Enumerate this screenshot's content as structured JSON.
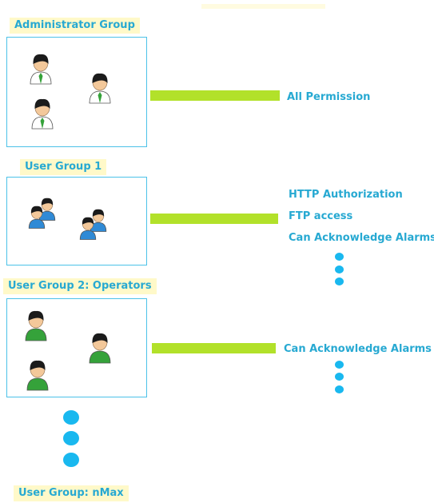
{
  "groups": [
    {
      "label": "Administrator Group",
      "permissions": [
        "All Permission"
      ],
      "icon": "admin-user-icon",
      "shirt_color": "#ffffff",
      "tie_color": "#35a23a"
    },
    {
      "label": "User Group 1",
      "permissions": [
        "HTTP Authorization",
        "FTP access",
        "Can Acknowledge Alarms"
      ],
      "icon": "user-pair-icon",
      "shirt_color": "#2f8ad6"
    },
    {
      "label": "User Group 2: Operators",
      "permissions": [
        "Can Acknowledge Alarms"
      ],
      "icon": "operator-user-icon",
      "shirt_color": "#35a23a"
    },
    {
      "label": "User Group: nMax"
    }
  ],
  "colors": {
    "label_text": "#27a9d2",
    "label_bg": "#fff9c9",
    "box_border": "#4cc2e8",
    "connector": "#b2e12a",
    "dots": "#19b8ef",
    "hair": "#1b1b1b",
    "skin": "#f3c89a"
  }
}
